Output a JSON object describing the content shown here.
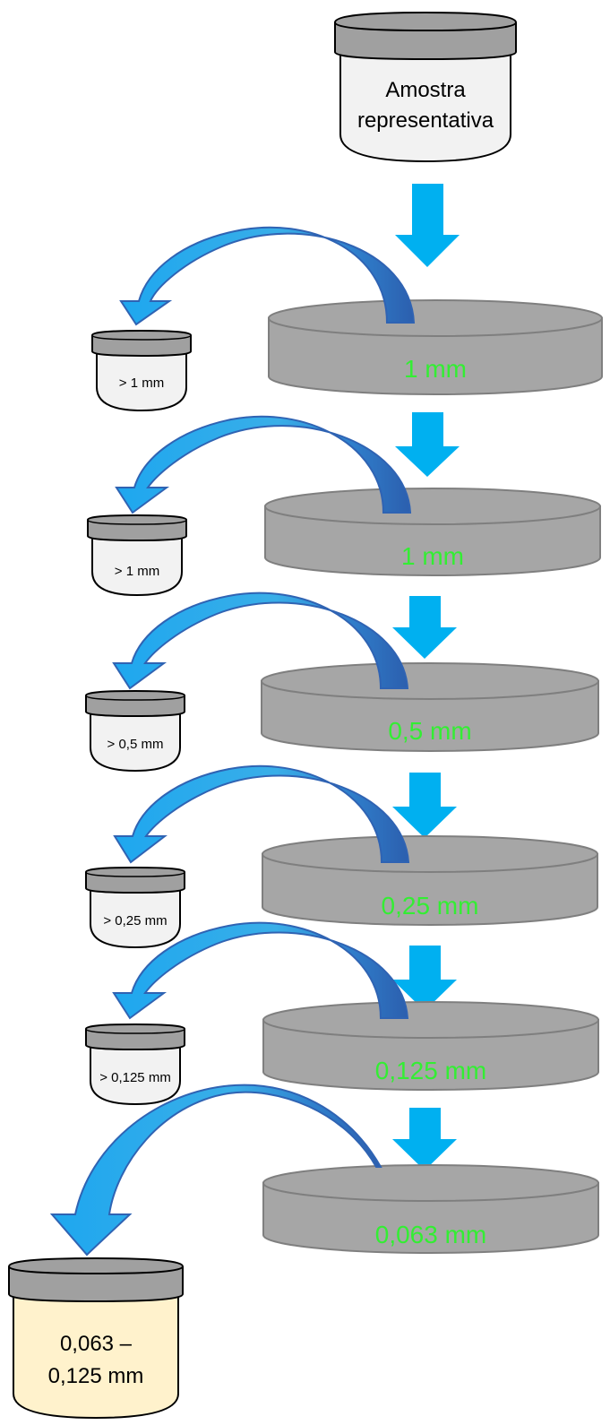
{
  "colors": {
    "sieve_fill": "#a6a6a6",
    "sieve_stroke": "#7f7f7f",
    "sieve_label": "#33ee33",
    "jar_lid": "#a0a0a0",
    "jar_body": "#f2f2f2",
    "final_jar_body": "#fff2cc",
    "arrow_light": "#29a9ec",
    "arrow_dark": "#2f63b3"
  },
  "source_jar": {
    "line1": "Amostra",
    "line2": "representativa"
  },
  "sieves": [
    {
      "label": "1 mm",
      "retained": "> 1 mm"
    },
    {
      "label": "1 mm",
      "retained": "> 1 mm"
    },
    {
      "label": "0,5 mm",
      "retained": "> 0,5 mm"
    },
    {
      "label": "0,25 mm",
      "retained": "> 0,25 mm"
    },
    {
      "label": "0,125 mm",
      "retained": "> 0,125 mm"
    },
    {
      "label": "0,063 mm",
      "retained": null
    }
  ],
  "final_jar": {
    "line1": "0,063 –",
    "line2": "0,125 mm"
  }
}
